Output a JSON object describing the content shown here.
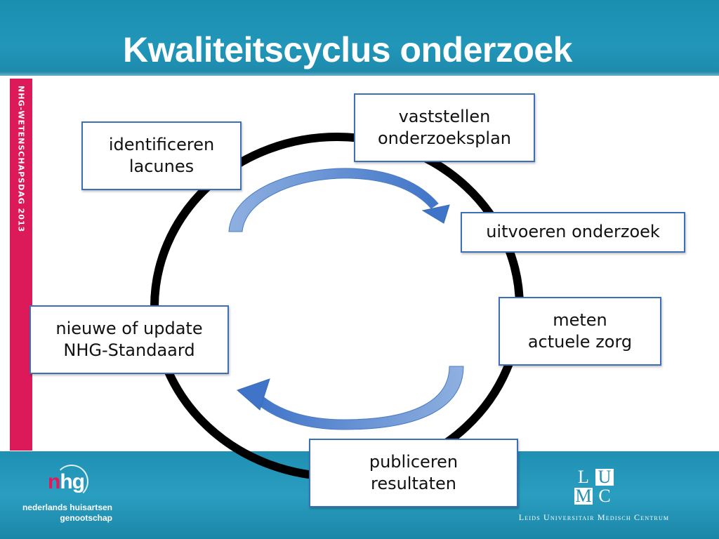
{
  "slide": {
    "title": "Kwaliteitscyclus onderzoek",
    "side_label": "NHG-WETENSCHAPSDAG 2013"
  },
  "cycle": {
    "steps": [
      {
        "label": "vaststellen\nonderzoeksplan"
      },
      {
        "label": "uitvoeren onderzoek"
      },
      {
        "label": "meten\nactuele zorg"
      },
      {
        "label": "publiceren\nresultaten"
      },
      {
        "label": "nieuwe of update\nNHG-Standaard"
      },
      {
        "label": "identificeren\nlacunes"
      }
    ]
  },
  "logos": {
    "nhg_mark": "nhg",
    "nhg_name_line1": "nederlands huisartsen",
    "nhg_name_line2": "genootschap",
    "lumc_letters": [
      "L",
      "U",
      "M",
      "C"
    ],
    "lumc_name": "Leids Universitair Medisch Centrum"
  },
  "colors": {
    "band_blue": "#2196b9",
    "side_strip": "#dc1a5a",
    "box_border": "#3c6fb5",
    "arrow_blue": "#5b8bd0",
    "ring": "#000000"
  }
}
